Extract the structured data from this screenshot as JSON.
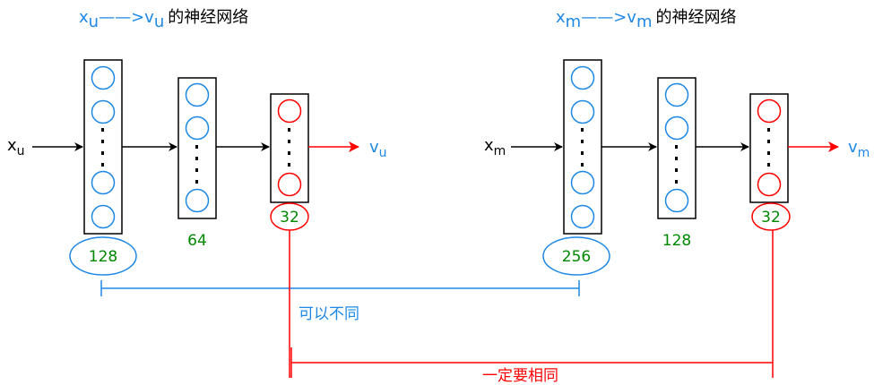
{
  "colors": {
    "blue": "#1e88e5",
    "red": "#ff0000",
    "green": "#008800",
    "black": "#000000"
  },
  "left": {
    "title": {
      "x": "x",
      "x_sub": "u",
      "arrow": "——>",
      "v": "v",
      "v_sub": "u",
      "suffix": "的神经网络"
    },
    "input": {
      "base": "x",
      "sub": "u"
    },
    "output": {
      "base": "v",
      "sub": "u"
    },
    "layers": [
      {
        "size": "128",
        "neuron_color": "blue",
        "size_circled": true
      },
      {
        "size": "64",
        "neuron_color": "blue",
        "size_circled": false
      },
      {
        "size": "32",
        "neuron_color": "red",
        "size_circled": true
      }
    ]
  },
  "right": {
    "title": {
      "x": "x",
      "x_sub": "m",
      "arrow": "——>",
      "v": "v",
      "v_sub": "m",
      "suffix": "的神经网络"
    },
    "input": {
      "base": "x",
      "sub": "m"
    },
    "output": {
      "base": "v",
      "sub": "m"
    },
    "layers": [
      {
        "size": "256",
        "neuron_color": "blue",
        "size_circled": true
      },
      {
        "size": "128",
        "neuron_color": "blue",
        "size_circled": false
      },
      {
        "size": "32",
        "neuron_color": "red",
        "size_circled": true
      }
    ]
  },
  "annotations": {
    "can_differ": "可以不同",
    "must_match": "一定要相同"
  }
}
